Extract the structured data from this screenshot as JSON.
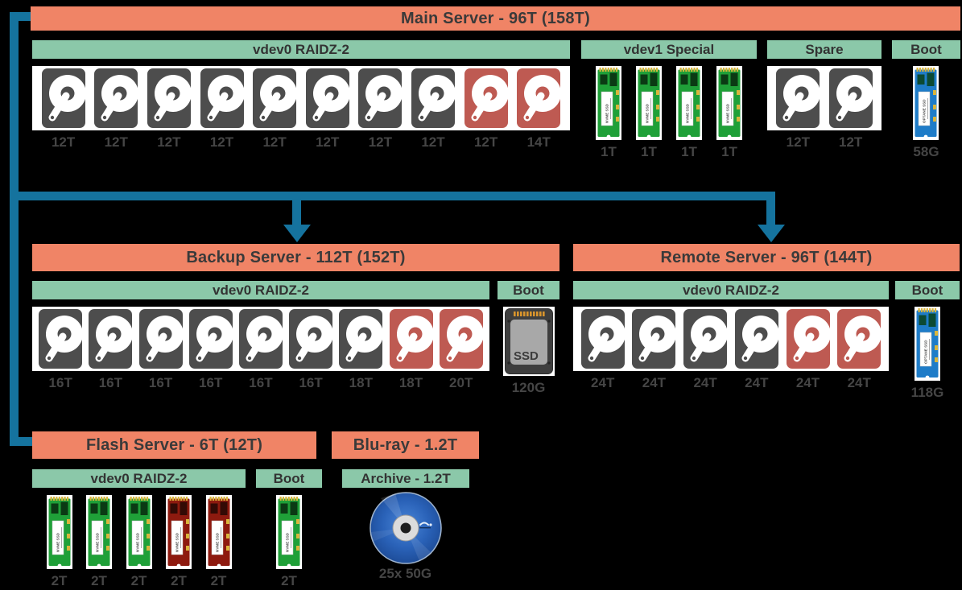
{
  "colors": {
    "header_bg": "#F08466",
    "band_bg": "#8BC8A9",
    "connector_blue": "#15739E",
    "hdd_gray": "#4D4D4D",
    "hdd_red": "#BE5A52",
    "nvme_green": "#1FA038",
    "nvme_red": "#8E1A0F",
    "nvme_blue": "#1E7CC8",
    "ssd_shell": "#3E3E3E",
    "disc_blue": "#2A62B8",
    "header_text": "#3A3A3A",
    "label_text": "#454545"
  },
  "servers": {
    "main": {
      "title": "Main Server - 96T (158T)",
      "groups": [
        {
          "label": "vdev0 RAIDZ-2",
          "drives": [
            {
              "icon": "hdd-icon",
              "variant": "gray",
              "size": "12T"
            },
            {
              "icon": "hdd-icon",
              "variant": "gray",
              "size": "12T"
            },
            {
              "icon": "hdd-icon",
              "variant": "gray",
              "size": "12T"
            },
            {
              "icon": "hdd-icon",
              "variant": "gray",
              "size": "12T"
            },
            {
              "icon": "hdd-icon",
              "variant": "gray",
              "size": "12T"
            },
            {
              "icon": "hdd-icon",
              "variant": "gray",
              "size": "12T"
            },
            {
              "icon": "hdd-icon",
              "variant": "gray",
              "size": "12T"
            },
            {
              "icon": "hdd-icon",
              "variant": "gray",
              "size": "12T"
            },
            {
              "icon": "hdd-icon",
              "variant": "red",
              "size": "12T"
            },
            {
              "icon": "hdd-icon",
              "variant": "red",
              "size": "14T"
            }
          ]
        },
        {
          "label": "vdev1 Special",
          "drives": [
            {
              "icon": "nvme-m2-icon",
              "variant": "green",
              "size": "1T",
              "chip_text": "NVME SSD"
            },
            {
              "icon": "nvme-m2-icon",
              "variant": "green",
              "size": "1T",
              "chip_text": "NVME SSD"
            },
            {
              "icon": "nvme-m2-icon",
              "variant": "green",
              "size": "1T",
              "chip_text": "NVME SSD"
            },
            {
              "icon": "nvme-m2-icon",
              "variant": "green",
              "size": "1T",
              "chip_text": "NVME SSD"
            }
          ]
        },
        {
          "label": "Spare",
          "drives": [
            {
              "icon": "hdd-icon",
              "variant": "gray",
              "size": "12T"
            },
            {
              "icon": "hdd-icon",
              "variant": "gray",
              "size": "12T"
            }
          ]
        },
        {
          "label": "Boot",
          "drives": [
            {
              "icon": "nvme-m2-icon",
              "variant": "blue",
              "size": "58G",
              "chip_text": "OPTANE SSD"
            }
          ]
        }
      ]
    },
    "backup": {
      "title": "Backup Server - 112T (152T)",
      "groups": [
        {
          "label": "vdev0 RAIDZ-2",
          "drives": [
            {
              "icon": "hdd-icon",
              "variant": "gray",
              "size": "16T"
            },
            {
              "icon": "hdd-icon",
              "variant": "gray",
              "size": "16T"
            },
            {
              "icon": "hdd-icon",
              "variant": "gray",
              "size": "16T"
            },
            {
              "icon": "hdd-icon",
              "variant": "gray",
              "size": "16T"
            },
            {
              "icon": "hdd-icon",
              "variant": "gray",
              "size": "16T"
            },
            {
              "icon": "hdd-icon",
              "variant": "gray",
              "size": "16T"
            },
            {
              "icon": "hdd-icon",
              "variant": "gray",
              "size": "18T"
            },
            {
              "icon": "hdd-icon",
              "variant": "red",
              "size": "18T"
            },
            {
              "icon": "hdd-icon",
              "variant": "red",
              "size": "20T"
            }
          ]
        },
        {
          "label": "Boot",
          "drives": [
            {
              "icon": "ssd-2.5-icon",
              "variant": "dark",
              "size": "120G",
              "icon_text": "SSD"
            }
          ]
        }
      ]
    },
    "remote": {
      "title": "Remote Server - 96T (144T)",
      "groups": [
        {
          "label": "vdev0 RAIDZ-2",
          "drives": [
            {
              "icon": "hdd-icon",
              "variant": "gray",
              "size": "24T"
            },
            {
              "icon": "hdd-icon",
              "variant": "gray",
              "size": "24T"
            },
            {
              "icon": "hdd-icon",
              "variant": "gray",
              "size": "24T"
            },
            {
              "icon": "hdd-icon",
              "variant": "gray",
              "size": "24T"
            },
            {
              "icon": "hdd-icon",
              "variant": "red",
              "size": "24T"
            },
            {
              "icon": "hdd-icon",
              "variant": "red",
              "size": "24T"
            }
          ]
        },
        {
          "label": "Boot",
          "drives": [
            {
              "icon": "nvme-m2-icon",
              "variant": "blue",
              "size": "118G",
              "chip_text": "OPTANE SSD"
            }
          ]
        }
      ]
    },
    "flash": {
      "title": "Flash Server - 6T (12T)",
      "groups": [
        {
          "label": "vdev0 RAIDZ-2",
          "drives": [
            {
              "icon": "nvme-m2-icon",
              "variant": "green",
              "size": "2T",
              "chip_text": "NVME SSD"
            },
            {
              "icon": "nvme-m2-icon",
              "variant": "green",
              "size": "2T",
              "chip_text": "NVME SSD"
            },
            {
              "icon": "nvme-m2-icon",
              "variant": "green",
              "size": "2T",
              "chip_text": "NVME SSD"
            },
            {
              "icon": "nvme-m2-icon",
              "variant": "red",
              "size": "2T",
              "chip_text": "NVME SSD"
            },
            {
              "icon": "nvme-m2-icon",
              "variant": "red",
              "size": "2T",
              "chip_text": "NVME SSD"
            }
          ]
        },
        {
          "label": "Boot",
          "drives": [
            {
              "icon": "nvme-m2-icon",
              "variant": "green",
              "size": "2T",
              "chip_text": "NVME SSD"
            }
          ]
        }
      ]
    },
    "bluray": {
      "title": "Blu-ray - 1.2T",
      "band": "Archive - 1.2T",
      "disc_label": "25x 50G",
      "disc_icon": "bluray-disc-icon"
    }
  }
}
